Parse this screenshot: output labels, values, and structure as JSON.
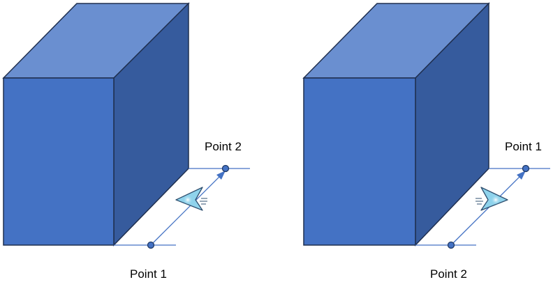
{
  "panels": [
    {
      "id": "left",
      "upper_point_label": "Point 2",
      "lower_point_label": "Point 1",
      "arrow_icon": "paper-plane-icon",
      "arrow_facing": "left"
    },
    {
      "id": "right",
      "upper_point_label": "Point 1",
      "lower_point_label": "Point 2",
      "arrow_icon": "paper-plane-icon",
      "arrow_facing": "right"
    }
  ],
  "colors": {
    "box_front": "#4472C4",
    "box_top": "#6A8FD0",
    "box_side": "#365B9D",
    "box_stroke": "#1F2F4F",
    "line": "#4472C4",
    "point_fill": "#4472C4",
    "point_stroke": "#1F3864",
    "arrow_fill": "#8FD3EC",
    "arrow_stroke": "#2F4F6F",
    "arrow_glow": "#FFFFFF"
  }
}
